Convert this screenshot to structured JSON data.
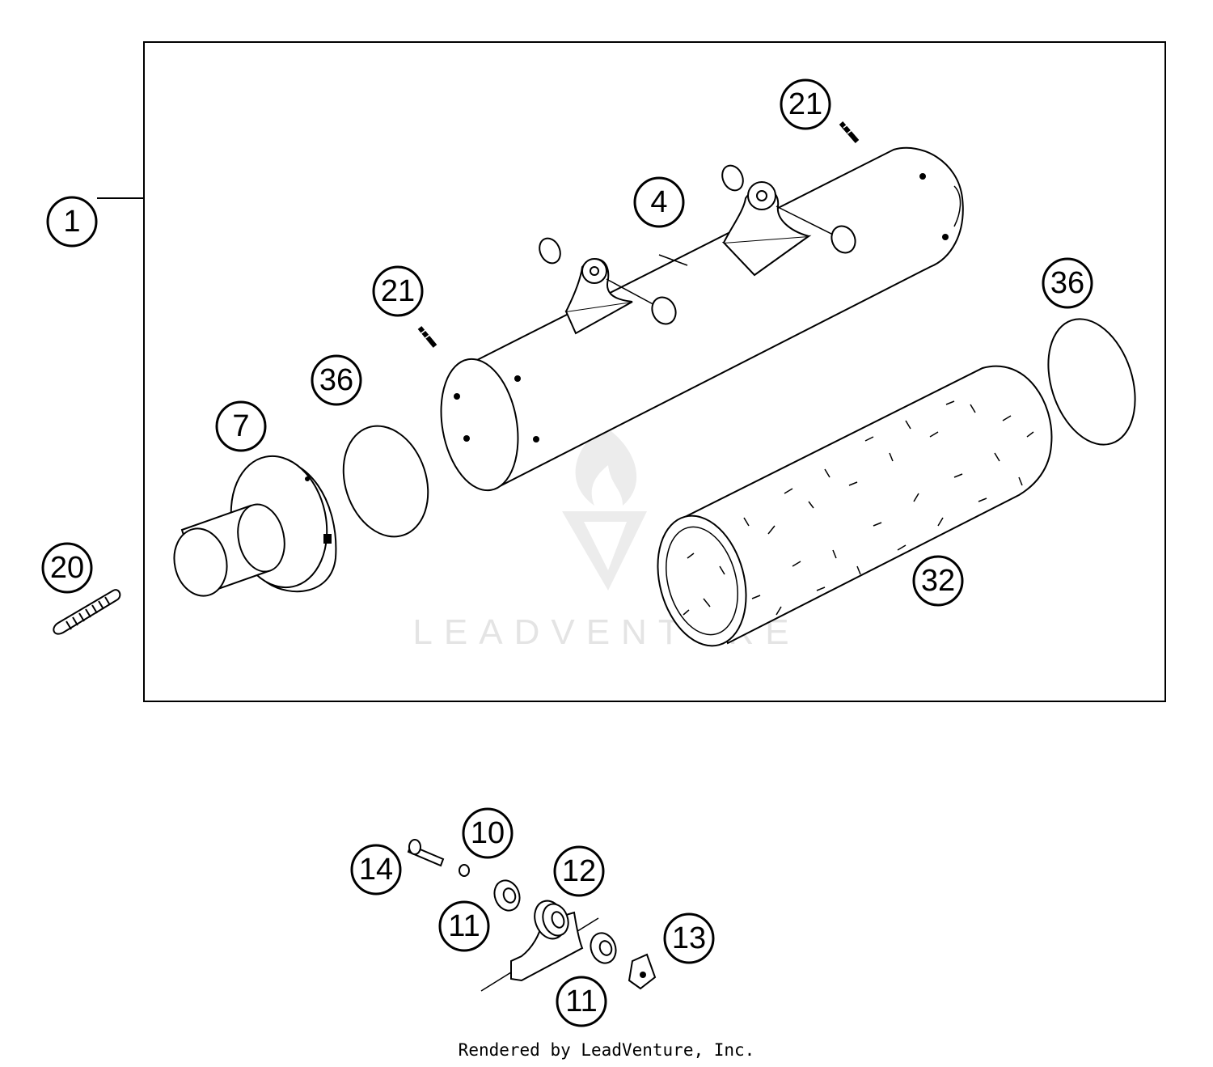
{
  "watermark": {
    "text": "LEADVENTURE"
  },
  "credit": "Rendered by LeadVenture, Inc.",
  "callouts": [
    {
      "id": "c1",
      "label": "1"
    },
    {
      "id": "c4",
      "label": "4"
    },
    {
      "id": "c7",
      "label": "7"
    },
    {
      "id": "c10",
      "label": "10"
    },
    {
      "id": "c11a",
      "label": "11"
    },
    {
      "id": "c11b",
      "label": "11"
    },
    {
      "id": "c12",
      "label": "12"
    },
    {
      "id": "c13",
      "label": "13"
    },
    {
      "id": "c14",
      "label": "14"
    },
    {
      "id": "c20",
      "label": "20"
    },
    {
      "id": "c21a",
      "label": "21"
    },
    {
      "id": "c21b",
      "label": "21"
    },
    {
      "id": "c32",
      "label": "32"
    },
    {
      "id": "c36a",
      "label": "36"
    },
    {
      "id": "c36b",
      "label": "36"
    }
  ],
  "colors": {
    "line": "#000000",
    "background": "#ffffff",
    "watermark": "#e4e4e4"
  }
}
